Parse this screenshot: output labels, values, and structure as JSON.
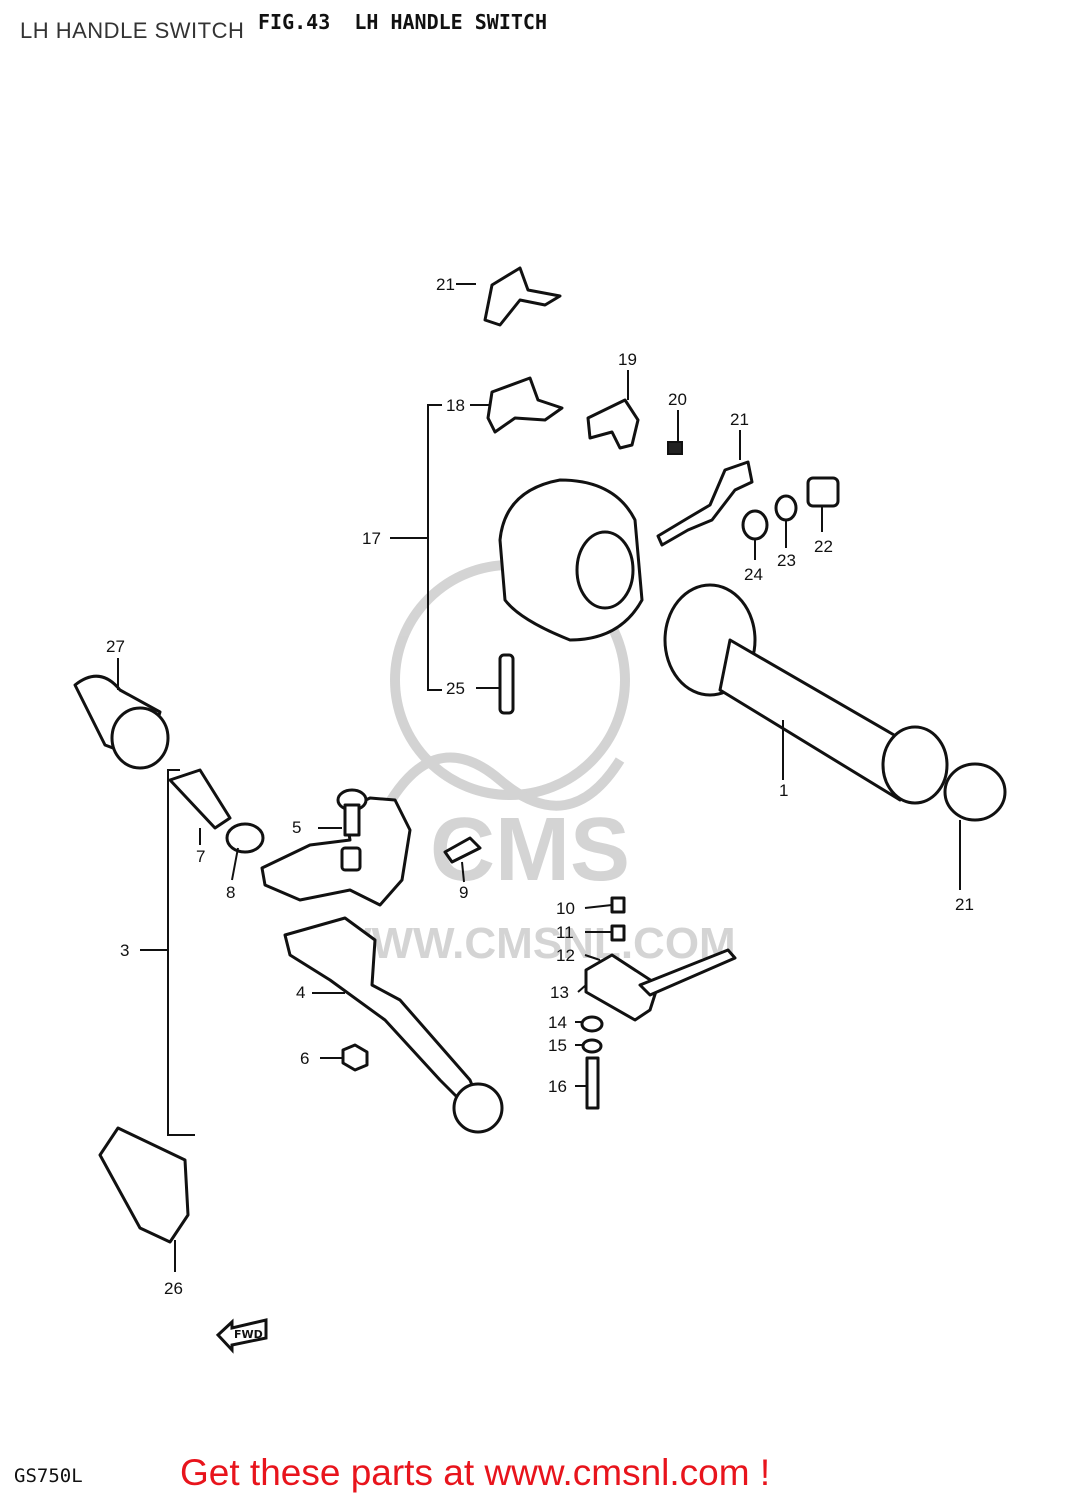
{
  "header": {
    "page_label": "LH HANDLE SWITCH",
    "figure_title": "FIG.43  LH HANDLE SWITCH"
  },
  "footer": {
    "model": "GS750L",
    "promo": "Get these parts at www.cmsnl.com !"
  },
  "watermark": {
    "brand": "CMS",
    "url": "WWW.CMSNL.COM"
  },
  "fwd_arrow": "FWD",
  "callouts": {
    "c1": "1",
    "c3": "3",
    "c4": "4",
    "c5": "5",
    "c6": "6",
    "c7": "7",
    "c8": "8",
    "c9": "9",
    "c10": "10",
    "c11": "11",
    "c12": "12",
    "c13": "13",
    "c14": "14",
    "c15": "15",
    "c16": "16",
    "c17": "17",
    "c18": "18",
    "c19": "19",
    "c20": "20",
    "c21a": "21",
    "c21b": "21",
    "c21c": "21",
    "c22": "22",
    "c23": "23",
    "c24": "24",
    "c25": "25",
    "c26": "26",
    "c27": "27"
  }
}
